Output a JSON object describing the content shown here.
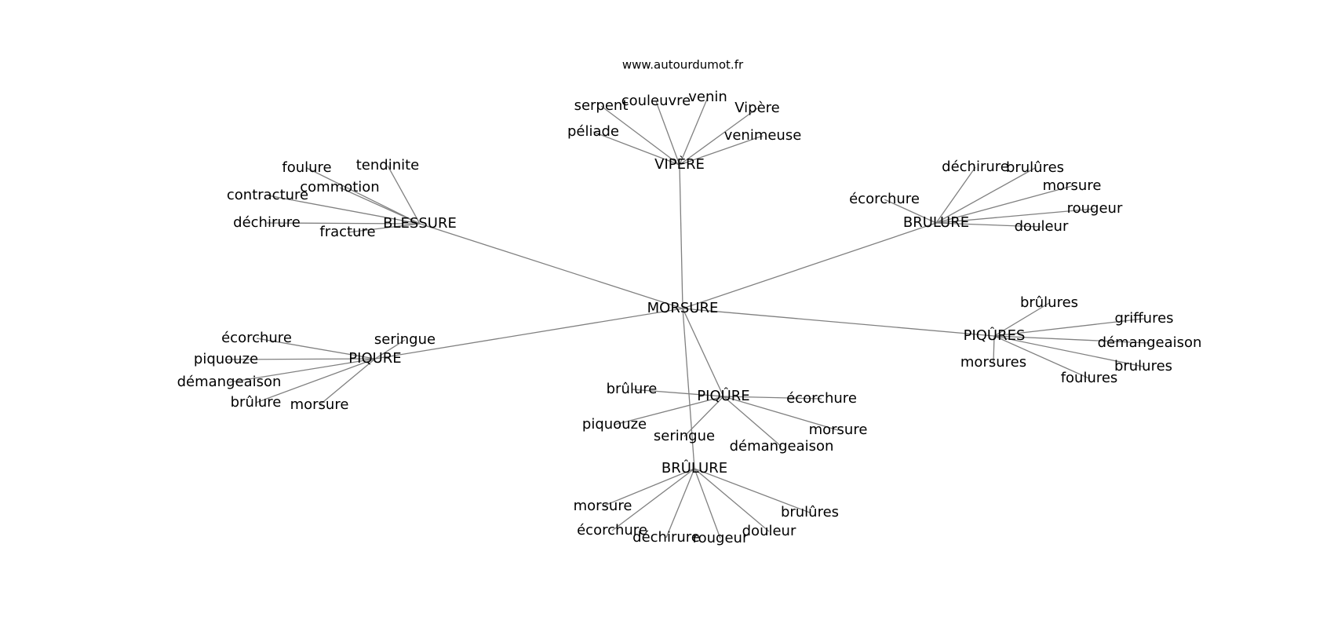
{
  "title": "www.autourdumot.fr",
  "colors": {
    "edge": "#808080",
    "text": "#000000",
    "background": "#ffffff"
  },
  "graph": {
    "center": "MORSURE",
    "clusters": [
      {
        "hub": "VIPÈRE",
        "leaves": [
          "serpent",
          "couleuvre",
          "venin",
          "Vipère",
          "péliade",
          "venimeuse"
        ]
      },
      {
        "hub": "BLESSURE",
        "leaves": [
          "foulure",
          "tendinite",
          "commotion",
          "contracture",
          "déchirure",
          "fracture"
        ]
      },
      {
        "hub": "BRULURE",
        "leaves": [
          "déchirure",
          "brulûres",
          "morsure",
          "écorchure",
          "rougeur",
          "douleur"
        ]
      },
      {
        "hub": "PIQÛRES",
        "leaves": [
          "brûlures",
          "griffures",
          "démangeaison",
          "morsures",
          "brulures",
          "foulures"
        ]
      },
      {
        "hub": "PIQURE",
        "leaves": [
          "écorchure",
          "seringue",
          "piquouze",
          "démangeaison",
          "brûlure",
          "morsure"
        ]
      },
      {
        "hub": "PIQÛRE",
        "leaves": [
          "brûlure",
          "écorchure",
          "piquouze",
          "morsure",
          "seringue",
          "démangeaison"
        ]
      },
      {
        "hub": "BRÛLURE",
        "leaves": [
          "morsure",
          "brulûres",
          "écorchure",
          "douleur",
          "déchirure",
          "rougeur"
        ]
      }
    ]
  }
}
